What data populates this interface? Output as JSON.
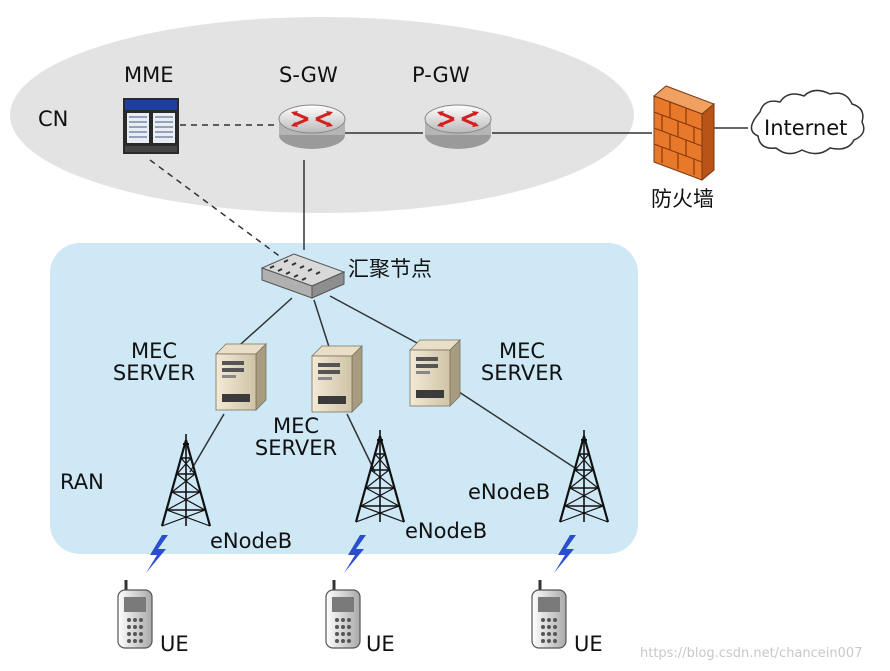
{
  "regions": {
    "core_network": "CN",
    "radio_access_network": "RAN"
  },
  "nodes": {
    "mme": "MME",
    "sgw": "S-GW",
    "pgw": "P-GW",
    "firewall": "防火墙",
    "internet": "Internet",
    "aggregation_node": "汇聚节点",
    "mec_server_line1": "MEC",
    "mec_server_line2": "SERVER",
    "enodeb": "eNodeB",
    "ue": "UE"
  },
  "watermark": "https://blog.csdn.net/chancein007",
  "colors": {
    "core_ellipse": "#e3e3e3",
    "ran_panel": "#cfe8f6",
    "firewall": "#e8782a",
    "router_arrow": "#d22020",
    "wireless_bolt": "#2a4fcc"
  },
  "icons": [
    "mme-server-icon",
    "router-icon",
    "firewall-icon",
    "cloud-icon",
    "switch-icon",
    "server-icon",
    "antenna-tower-icon",
    "mobile-phone-icon",
    "lightning-icon"
  ]
}
